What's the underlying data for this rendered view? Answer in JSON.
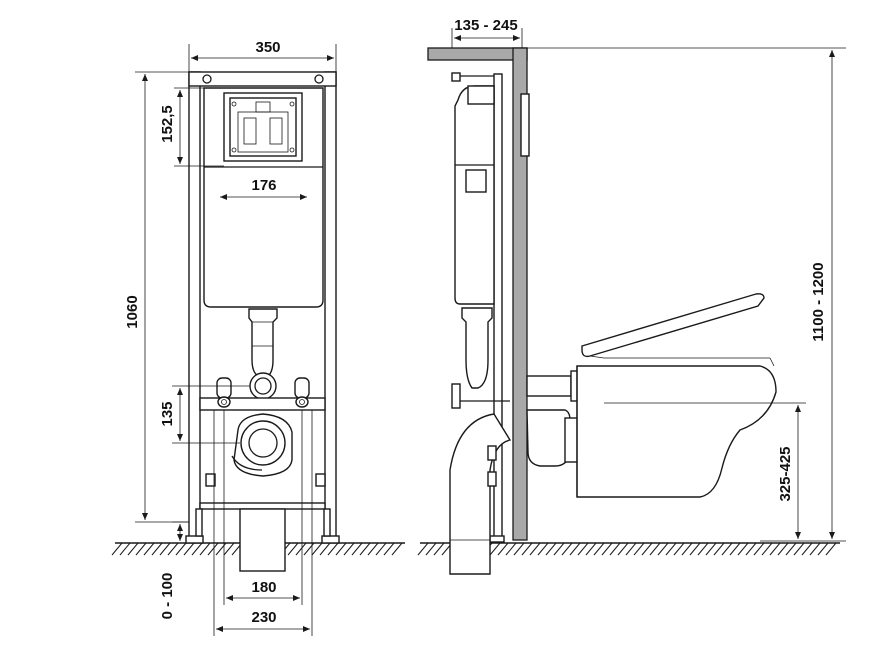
{
  "front_view": {
    "frame_width": "350",
    "flush_plate_height": "152,5",
    "cistern_width": "176",
    "frame_height": "1060",
    "inlet_height": "135",
    "foot_adjust": "0 - 100",
    "outlet_spacing_inner": "180",
    "outlet_spacing_outer": "230"
  },
  "side_view": {
    "wall_depth": "135 - 245",
    "install_height": "1100 - 1200",
    "bowl_height": "325-425"
  },
  "colors": {
    "line": "#1a1a1a",
    "wall_fill": "#a9a9a9",
    "background": "#ffffff"
  }
}
